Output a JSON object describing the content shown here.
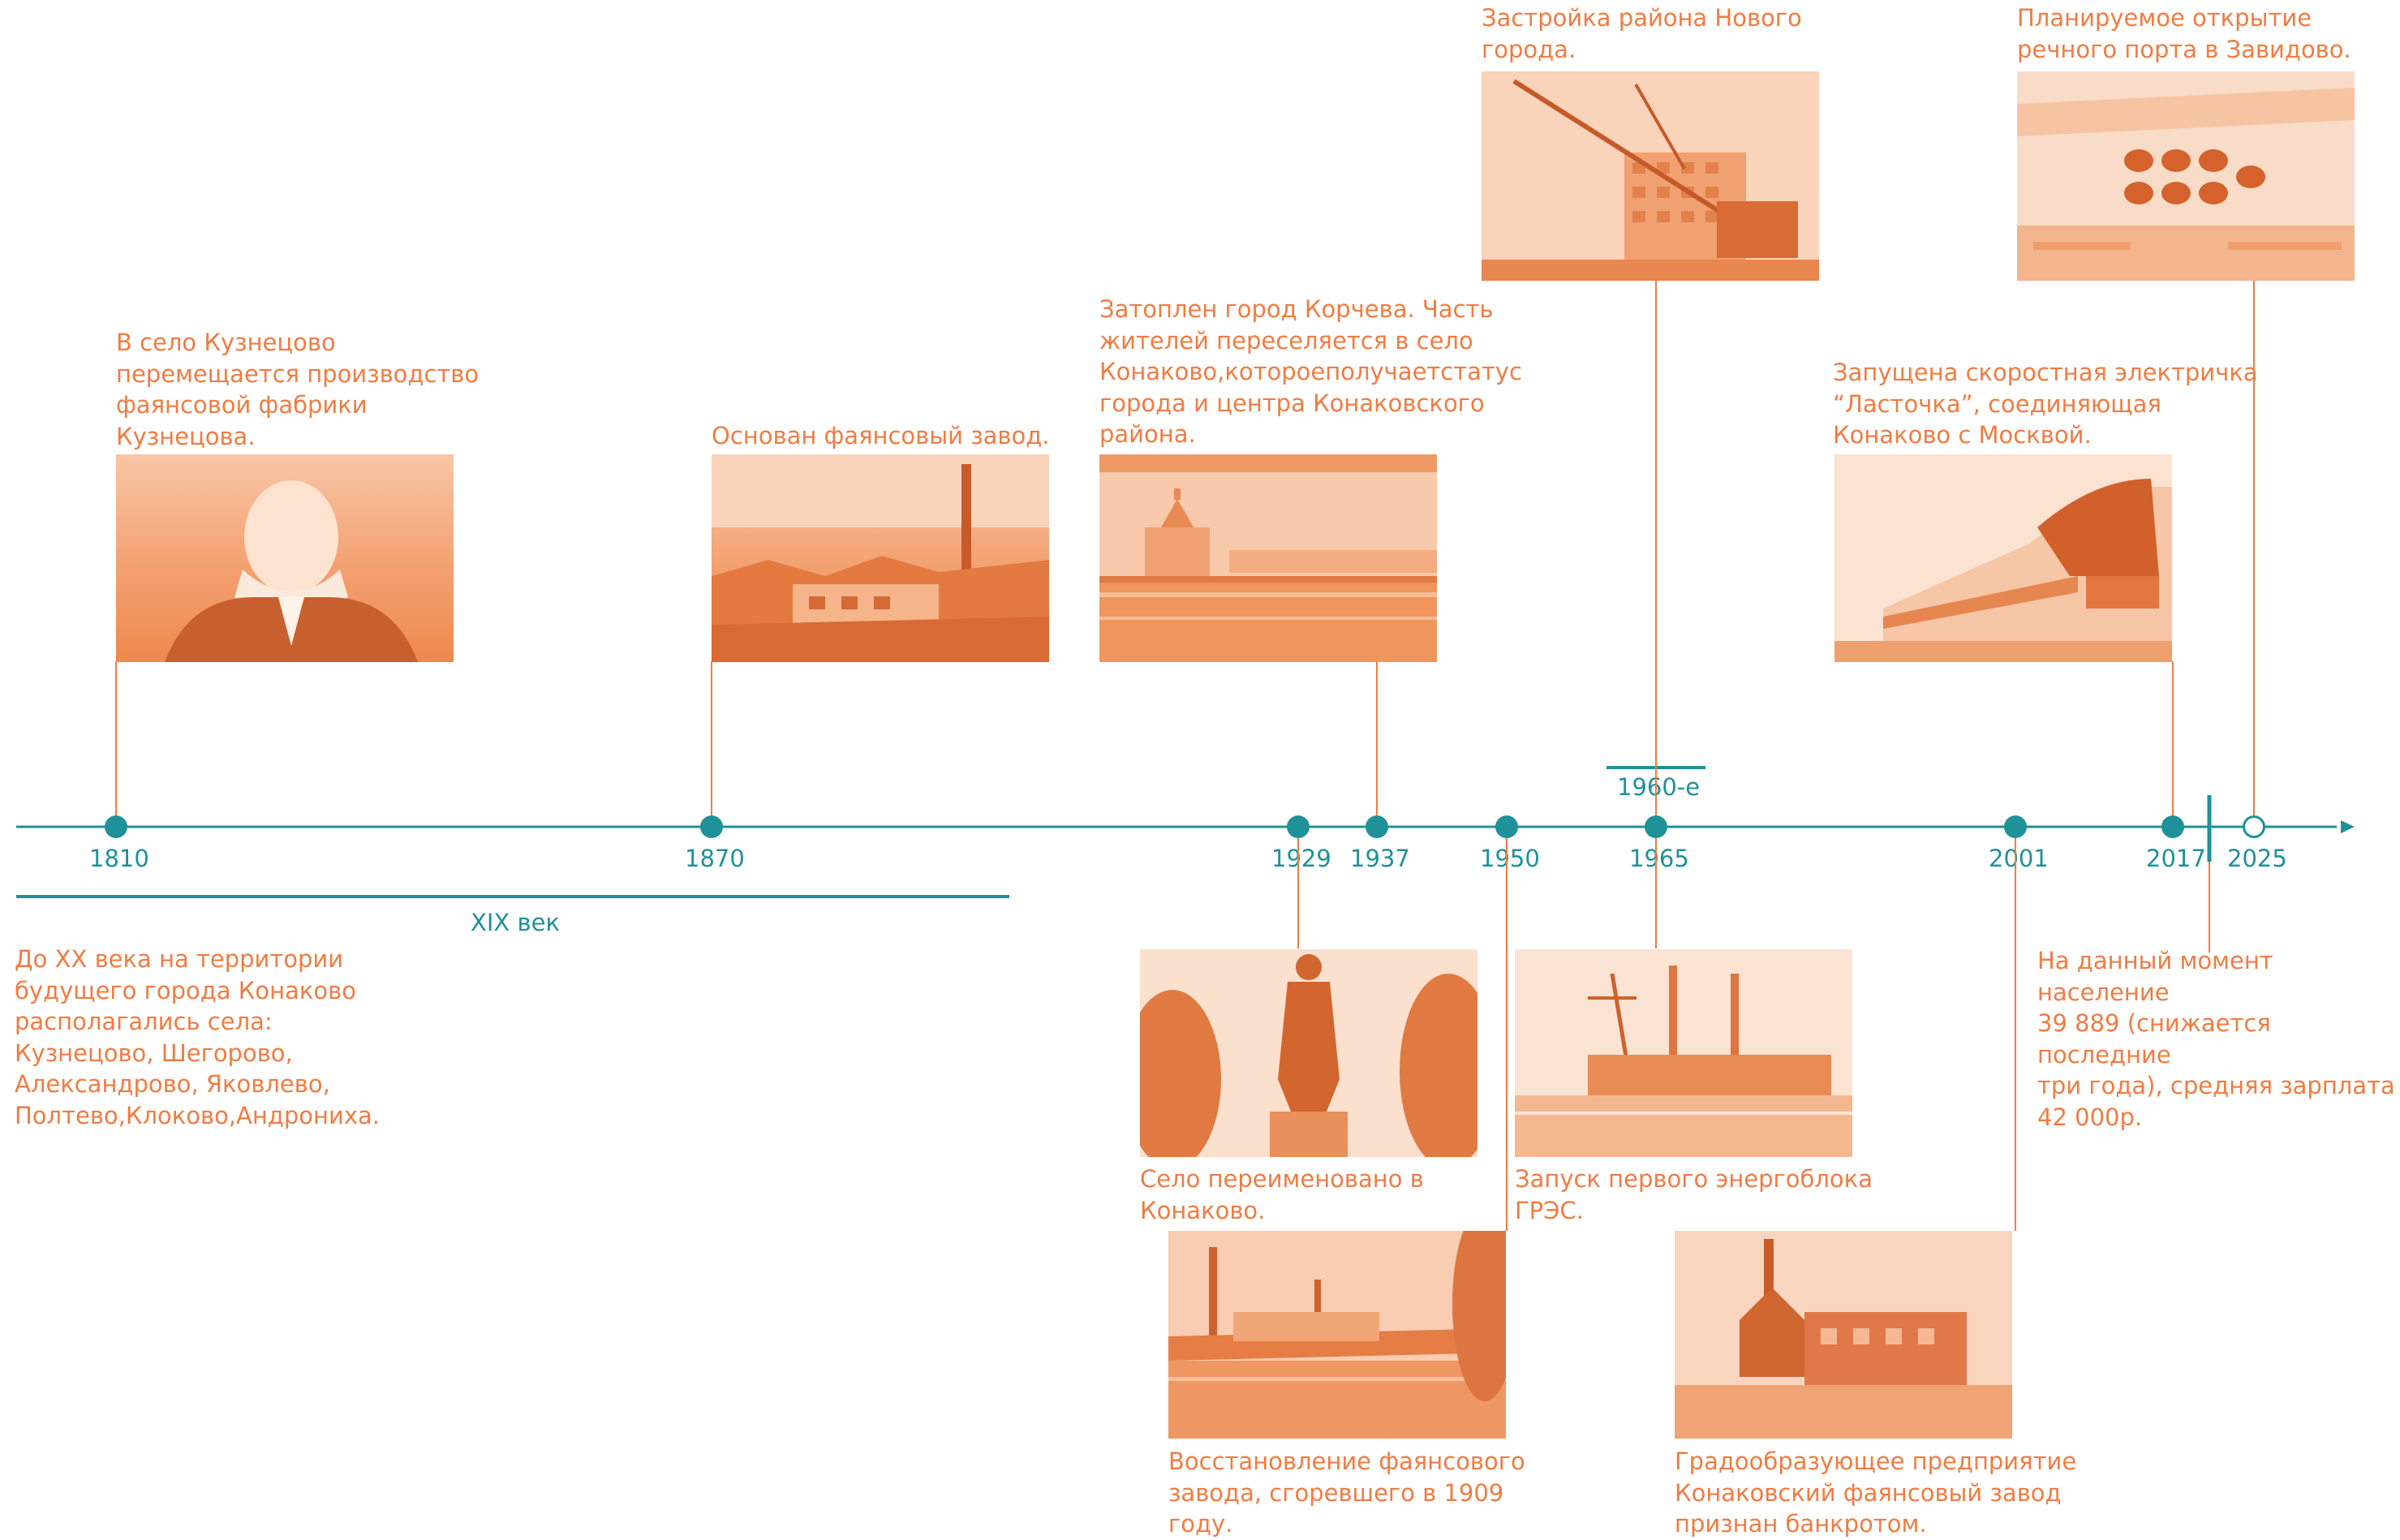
{
  "colors": {
    "accent": "#f07c42",
    "axis": "#1f9199",
    "background": "#ffffff"
  },
  "timeline": {
    "years": [
      {
        "label": "1810",
        "style": "filled"
      },
      {
        "label": "1870",
        "style": "filled"
      },
      {
        "label": "1929",
        "style": "filled"
      },
      {
        "label": "1937",
        "style": "filled"
      },
      {
        "label": "1950",
        "style": "filled"
      },
      {
        "label": "1965",
        "style": "filled"
      },
      {
        "label": "2001",
        "style": "filled"
      },
      {
        "label": "2017",
        "style": "filled"
      },
      {
        "label": "2025",
        "style": "open"
      }
    ],
    "period_labels": {
      "century": "XIX век",
      "decade": "1960-е"
    }
  },
  "events": [
    {
      "text": "В село Кузнецово\nперемещается производство\nфаянсовой фабрики\nКузнецова.",
      "photo": "portrait"
    },
    {
      "text": "Основан фаянсовый завод.",
      "photo": "factory-chimney"
    },
    {
      "text": "Затоплен город Корчева. Часть\nжителей переселяется в село\nКонаково,котороеполучаетстатус\nгорода и центра Конаковского\nрайона.",
      "photo": "church-riverside"
    },
    {
      "text": "Застройка района Нового\nгорода.",
      "photo": "construction-crane"
    },
    {
      "text": "Планируемое открытие\nречного порта в Завидово.",
      "photo": "port-model"
    },
    {
      "text": "Запущена скоростная электричка\n“Ласточка”, соединяющая\nКонаково с Москвой.",
      "photo": "train"
    },
    {
      "text": "Село переименовано в\nКонаково.",
      "photo": "statue"
    },
    {
      "text": "Восстановление фаянсового\nзавода, сгоревшего в 1909\nгоду.",
      "photo": "factory-river"
    },
    {
      "text": "Запуск первого энергоблока\nГРЭС.",
      "photo": "power-plant"
    },
    {
      "text": "Градообразующее предприятие\nКонаковский фаянсовый завод\nпризнан банкротом.",
      "photo": "ruined-factory"
    },
    {
      "text": "На данный момент население\n39 889 (снижается последние\nтри года), средняя зарплата\n42 000р.",
      "photo": ""
    },
    {
      "text": "До XX века на территории\nбудущего города Конаково\nрасполагались села:\nКузнецово, Шегорово,\nАлександрово, Яковлево,\nПолтево,Клоково,Андрониха.",
      "photo": ""
    }
  ]
}
